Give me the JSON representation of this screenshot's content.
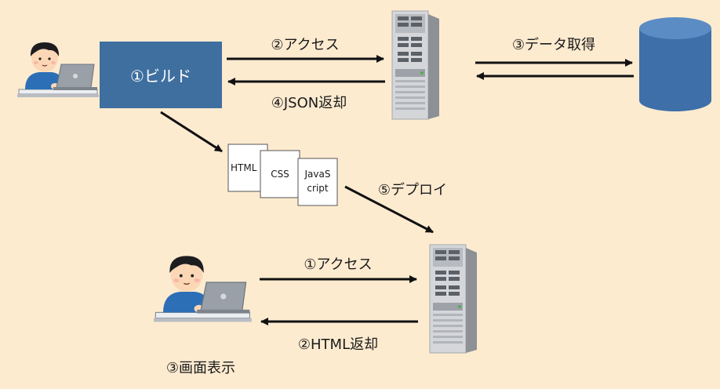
{
  "top": {
    "build_box": "①ビルド",
    "access": "②アクセス",
    "json_return": "④JSON返却",
    "data_fetch": "③データ取得"
  },
  "files": {
    "html": "HTML",
    "css": "CSS",
    "js_line1": "JavaS",
    "js_line2": "cript"
  },
  "deploy": "⑤デプロイ",
  "bottom": {
    "access": "①アクセス",
    "html_return": "②HTML返却",
    "display": "③画面表示"
  },
  "colors": {
    "background": "#fdebd0",
    "build_box": "#3f6f9f",
    "server": "#d7d9dc",
    "database": "#3e6fa8",
    "arrow": "#111111"
  }
}
